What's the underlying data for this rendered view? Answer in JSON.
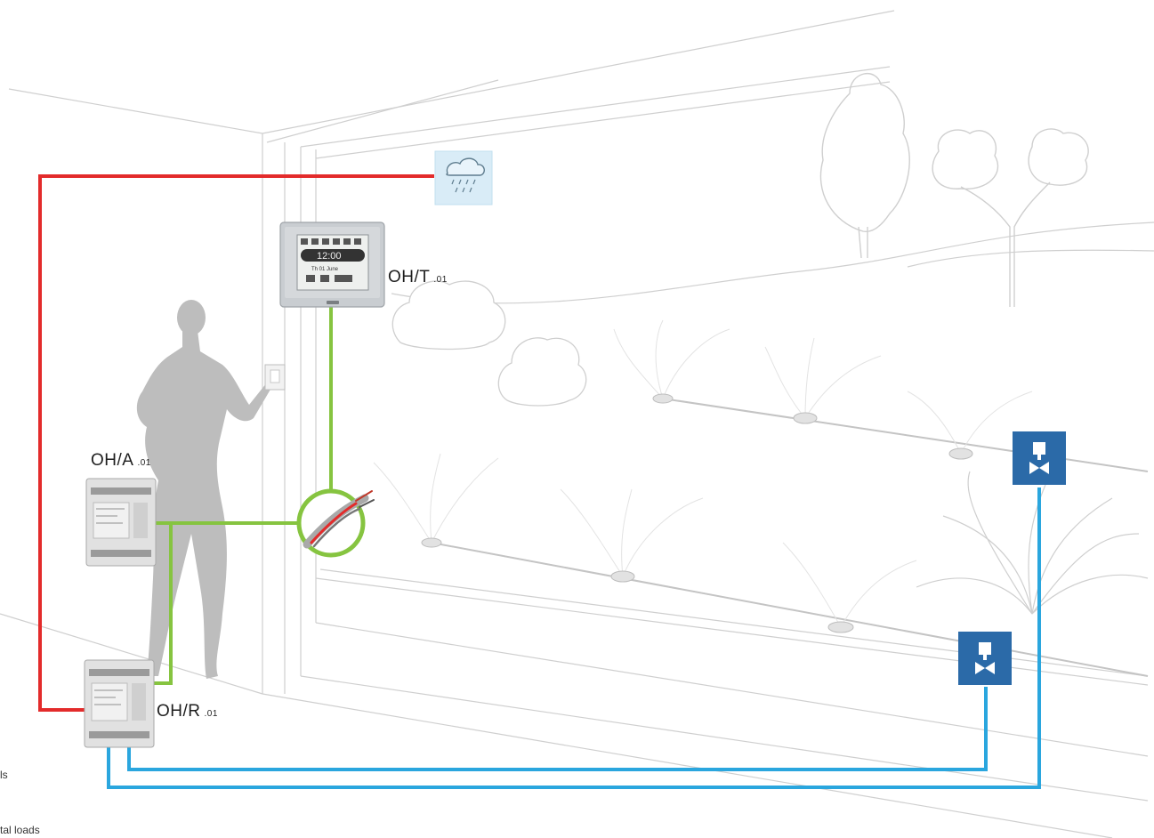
{
  "labels": {
    "thermostat": {
      "name": "OH/T",
      "suffix": ".01"
    },
    "actuator": {
      "name": "OH/A",
      "suffix": ".01"
    },
    "receiver": {
      "name": "OH/R",
      "suffix": ".01"
    }
  },
  "thermostat_screen": {
    "time": "12:00",
    "day": "Th 01 June"
  },
  "edge_texts": [
    "ls",
    "tal loads"
  ],
  "colors": {
    "wire_red": "#e32b2b",
    "wire_green": "#86c440",
    "wire_blue": "#2aa6de",
    "valve_blue": "#2b6aa8",
    "sketch": "#c9c9c9",
    "woman": "#bdbdbd",
    "device_grey": "#d8d8d8"
  },
  "icons": [
    "rain-cloud-icon",
    "valve-icon",
    "cable-icon"
  ]
}
